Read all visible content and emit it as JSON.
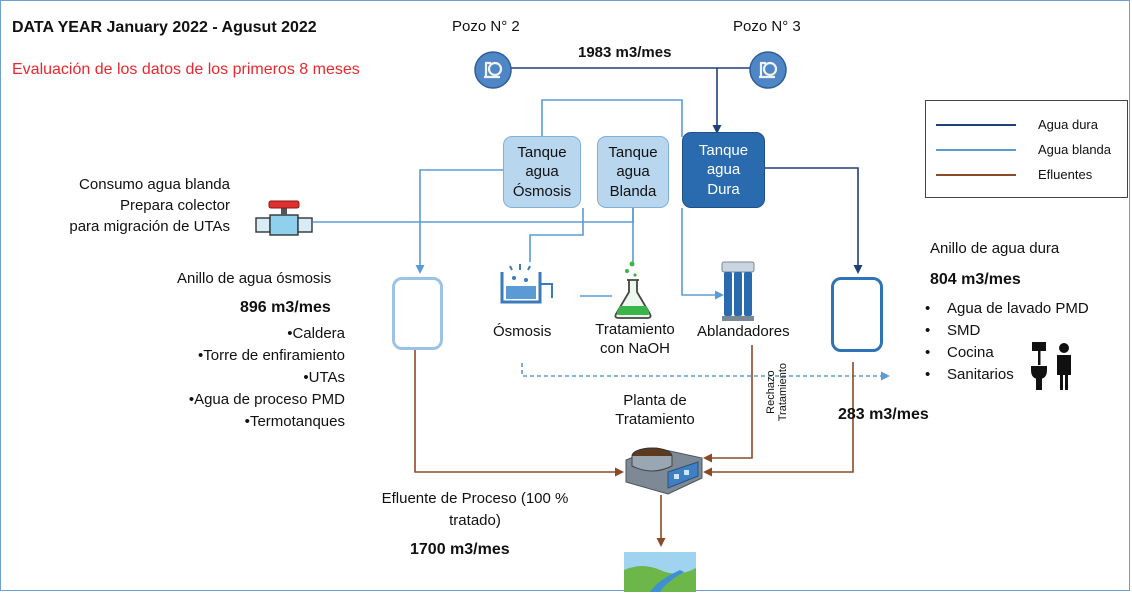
{
  "header": {
    "title": "DATA YEAR January 2022 - Agusut 2022",
    "subtitle": "Evaluación de los datos de los primeros 8 meses"
  },
  "colors": {
    "hard_water": "#1f3f77",
    "soft_water": "#5b9bd5",
    "effluent": "#8b4a26",
    "subtitle": "#e8282e",
    "hard_tank": "#2a6bb0",
    "soft_tank": "#b8d6ee"
  },
  "wells": {
    "well2_label": "Pozo N° 2",
    "well3_label": "Pozo N° 3",
    "flow": "1983 m3/mes"
  },
  "tanks": {
    "osmosis": "Tanque\nagua\nÓsmosis",
    "soft": "Tanque\nagua\nBlanda",
    "hard": "Tanque\nagua\nDura"
  },
  "consumer": {
    "line1": "Consumo agua blanda",
    "line2": "Prepara colector",
    "line3": "para migración de UTAs"
  },
  "osmosis_ring": {
    "title": "Anillo de agua ósmosis",
    "flow": "896 m3/mes",
    "uses": [
      "Caldera",
      "Torre de enfiramiento",
      "UTAs",
      "Agua de proceso PMD",
      "Termotanques"
    ]
  },
  "hard_ring": {
    "title": "Anillo de agua dura",
    "flow": "804 m3/mes",
    "uses": [
      "Agua de lavado PMD",
      "SMD",
      "Cocina",
      "Sanitarios"
    ]
  },
  "equipment": {
    "osmosis": "Ósmosis",
    "naoh": "Tratamiento\ncon NaOH",
    "softeners": "Ablandadores"
  },
  "treatment": {
    "plant": "Planta de\nTratamiento",
    "reject": "Rechazo\nTratamiento",
    "hard_effluent_flow": "283 m3/mes",
    "process_effluent": "Efluente de Proceso (100 %\ntratado)",
    "process_effluent_flow": "1700 m3/mes"
  },
  "legend": {
    "items": [
      {
        "label": "Agua dura",
        "color": "#1f3f77"
      },
      {
        "label": "Agua blanda",
        "color": "#5b9bd5"
      },
      {
        "label": "Efluentes",
        "color": "#8b4a26"
      }
    ]
  },
  "icons": {
    "well2": "pump-icon",
    "well3": "pump-icon",
    "valve": "valve-icon",
    "osmosis": "osmosis-icon",
    "naoh": "flask-icon",
    "softeners": "softener-icon",
    "plant": "treatment-plant-icon",
    "discharge": "landscape-icon",
    "sanitary": "sanitary-icon"
  }
}
